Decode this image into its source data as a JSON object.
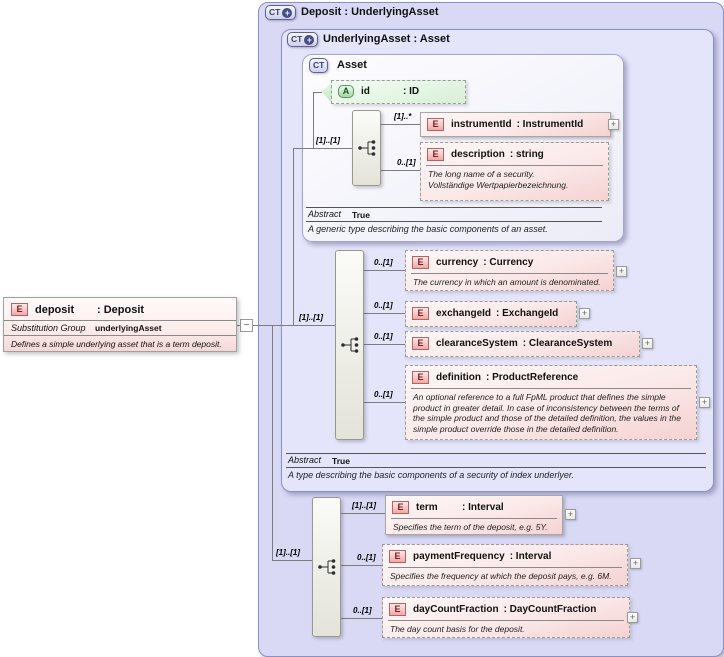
{
  "icons": {
    "element": "E",
    "attribute": "A",
    "complex_type": "CT",
    "plus_badge": "+",
    "expand": "+",
    "collapse": "−"
  },
  "deposit_element_box": {
    "name": "deposit",
    "type": ": Deposit",
    "substitution_group_label": "Substitution Group",
    "substitution_group_value": "underlyingAsset",
    "doc": "Defines a simple underlying asset that is a term deposit."
  },
  "deposit_type_box": {
    "title": "Deposit : UnderlyingAsset",
    "trunk_cardinality": "[1]..[1]",
    "elements": [
      {
        "cardinality": "[1]..[1]",
        "name": "term",
        "type": ": Interval",
        "doc": "Specifies the term of the deposit, e.g. 5Y."
      },
      {
        "cardinality": "0..[1]",
        "name": "paymentFrequency",
        "type": ": Interval",
        "doc": "Specifies the frequency at which the deposit pays, e.g. 6M."
      },
      {
        "cardinality": "0..[1]",
        "name": "dayCountFraction",
        "type": ": DayCountFraction",
        "doc": "The day count basis for the deposit."
      }
    ]
  },
  "underlying_asset_box": {
    "title": "UnderlyingAsset : Asset",
    "trunk_cardinality": "[1]..[1]",
    "abstract_label": "Abstract",
    "abstract_value": "True",
    "doc": "A type describing the basic components of a security of index underlyer.",
    "elements": [
      {
        "cardinality": "0..[1]",
        "name": "currency",
        "type": ": Currency",
        "doc": "The currency in which an amount is denominated."
      },
      {
        "cardinality": "0..[1]",
        "name": "exchangeId",
        "type": ": ExchangeId"
      },
      {
        "cardinality": "0..[1]",
        "name": "clearanceSystem",
        "type": ": ClearanceSystem"
      },
      {
        "cardinality": "0..[1]",
        "name": "definition",
        "type": ": ProductReference",
        "doc": "An optional reference to a full FpML product that defines the simple product in greater detail. In case of inconsistency between the terms of the simple product and those of the detailed definition, the values in the simple product override those in the detailed definition."
      }
    ]
  },
  "asset_type_box": {
    "title": "Asset",
    "trunk_cardinality": "[1]..[1]",
    "abstract_label": "Abstract",
    "abstract_value": "True",
    "doc": "A generic type describing the basic components of an asset.",
    "attribute": {
      "name": "id",
      "type": ": ID"
    },
    "elements": [
      {
        "cardinality": "[1]..*",
        "name": "instrumentId",
        "type": ": InstrumentId"
      },
      {
        "cardinality": "0..[1]",
        "name": "description",
        "type": ": string",
        "doc": "The long name of a security.\nVollständige Wertpapierbezeichnung."
      }
    ]
  }
}
